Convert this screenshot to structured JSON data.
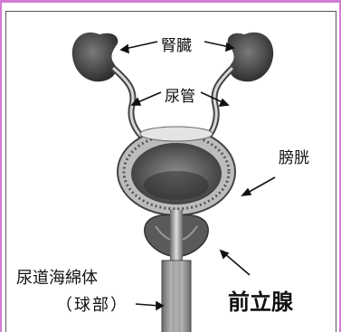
{
  "labels": {
    "kidney": "腎臓",
    "ureter": "尿管",
    "bladder": "膀胱",
    "corpus_spongiosum_line1": "尿道海綿体",
    "corpus_spongiosum_line2": "（球部）",
    "prostate": "前立腺"
  },
  "colors": {
    "frame_border": "#d27bd2",
    "organ_dark": "#4a4a4a",
    "organ_light": "#bdbdbd"
  }
}
